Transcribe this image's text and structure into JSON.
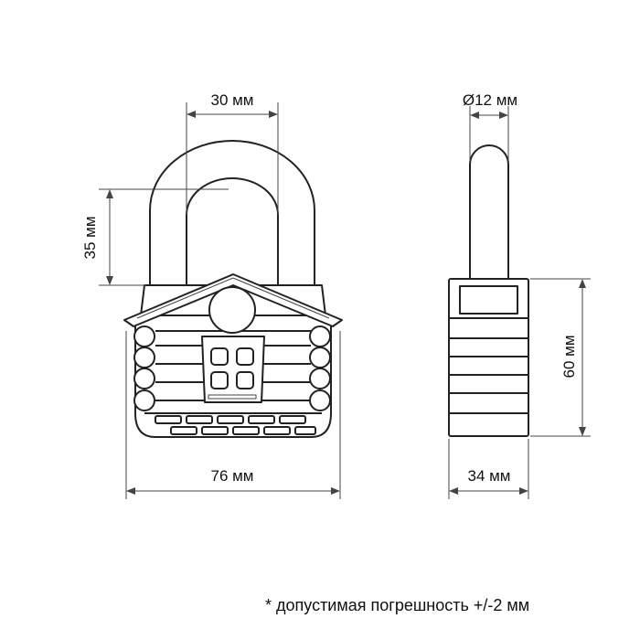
{
  "dimensions": {
    "shackle_gap": "30 мм",
    "shackle_height": "35 мм",
    "body_width": "76 мм",
    "shackle_diameter": "Ø12 мм",
    "body_height": "60 мм",
    "body_thickness": "34 мм"
  },
  "note": "* допустимая погрешность +/-2 мм"
}
